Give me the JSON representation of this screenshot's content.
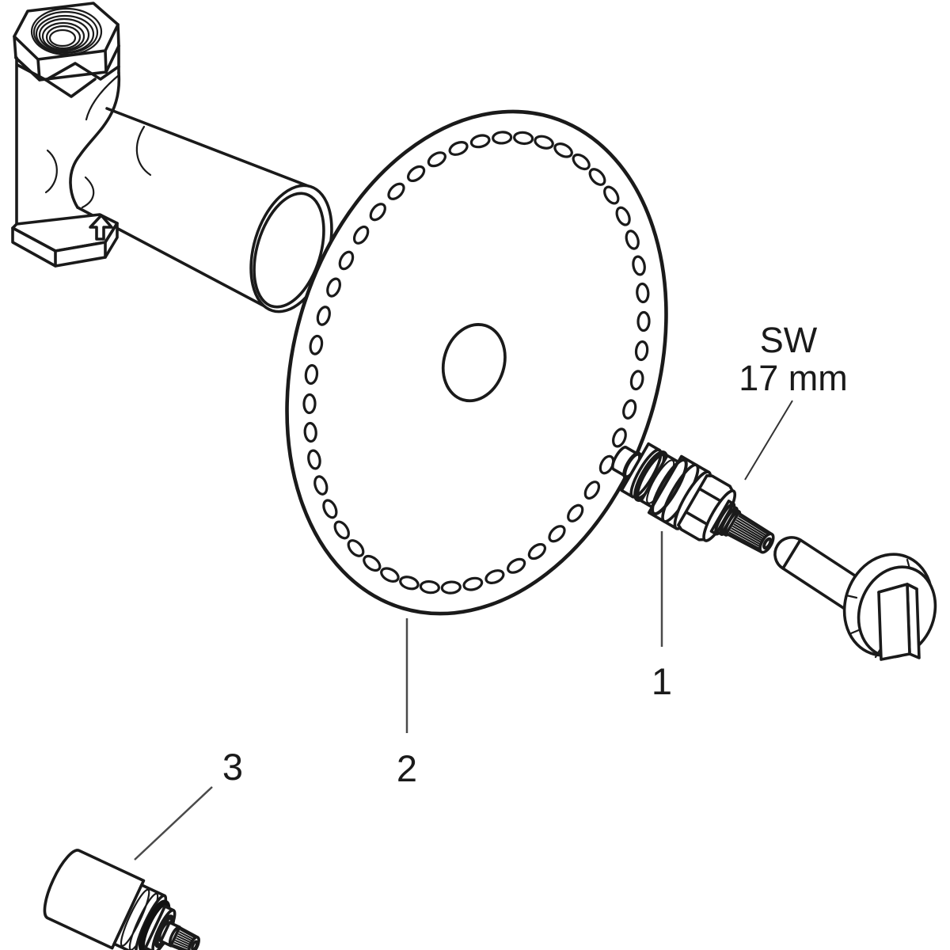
{
  "canvas": {
    "background": "#ffffff",
    "line_color": "#1a1a1a",
    "leader_color": "#4a4a4a"
  },
  "labels": {
    "part1": "1",
    "part2": "2",
    "part3": "3"
  },
  "annotation": {
    "line1": "SW",
    "line2": "17 mm"
  }
}
